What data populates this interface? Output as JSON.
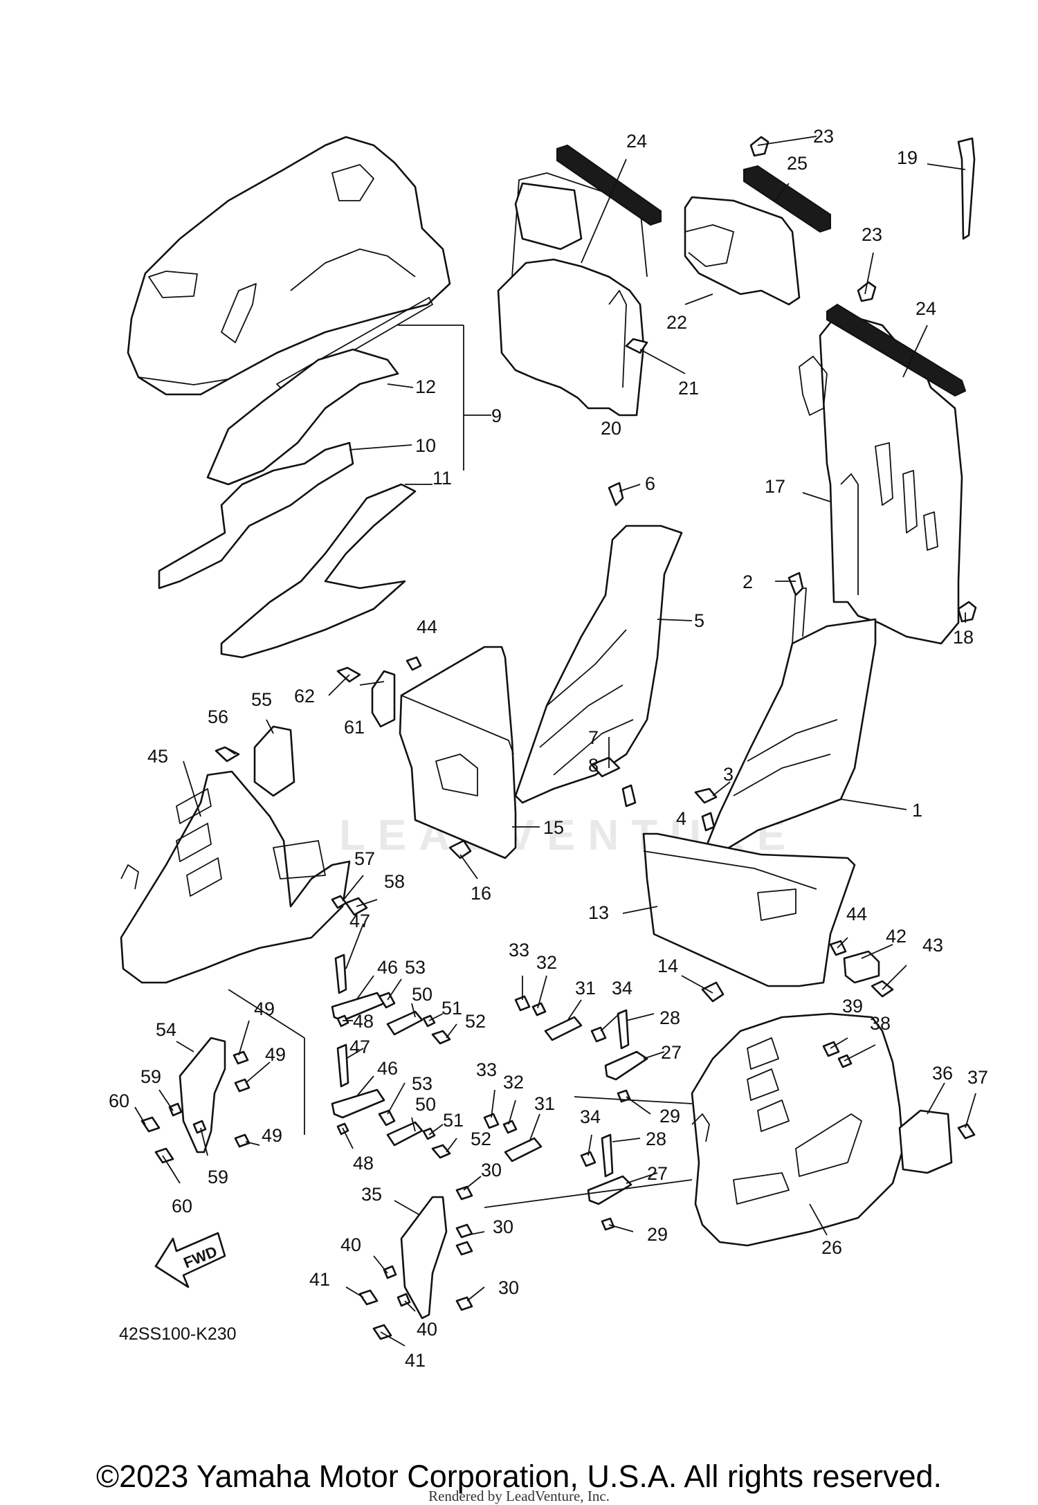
{
  "drawing_code": "42SS100-K230",
  "fwd_label": "FWD",
  "watermark_text": "LEADVENTURE",
  "copyright": "©2023 Yamaha Motor Corporation, U.S.A. All rights reserved.",
  "rendered_by": "Rendered by LeadVenture, Inc.",
  "callouts": [
    "1",
    "2",
    "3",
    "4",
    "5",
    "6",
    "7",
    "8",
    "9",
    "10",
    "11",
    "12",
    "13",
    "14",
    "15",
    "16",
    "17",
    "18",
    "19",
    "20",
    "21",
    "22",
    "23",
    "23",
    "24",
    "24",
    "25",
    "26",
    "27",
    "27",
    "28",
    "28",
    "29",
    "29",
    "30",
    "30",
    "30",
    "31",
    "31",
    "32",
    "32",
    "33",
    "33",
    "34",
    "34",
    "35",
    "36",
    "37",
    "38",
    "39",
    "40",
    "40",
    "41",
    "41",
    "42",
    "43",
    "44",
    "44",
    "45",
    "46",
    "46",
    "47",
    "47",
    "48",
    "48",
    "49",
    "49",
    "49",
    "50",
    "50",
    "51",
    "51",
    "52",
    "52",
    "53",
    "53",
    "54",
    "55",
    "56",
    "57",
    "58",
    "59",
    "59",
    "60",
    "60",
    "61",
    "62"
  ]
}
